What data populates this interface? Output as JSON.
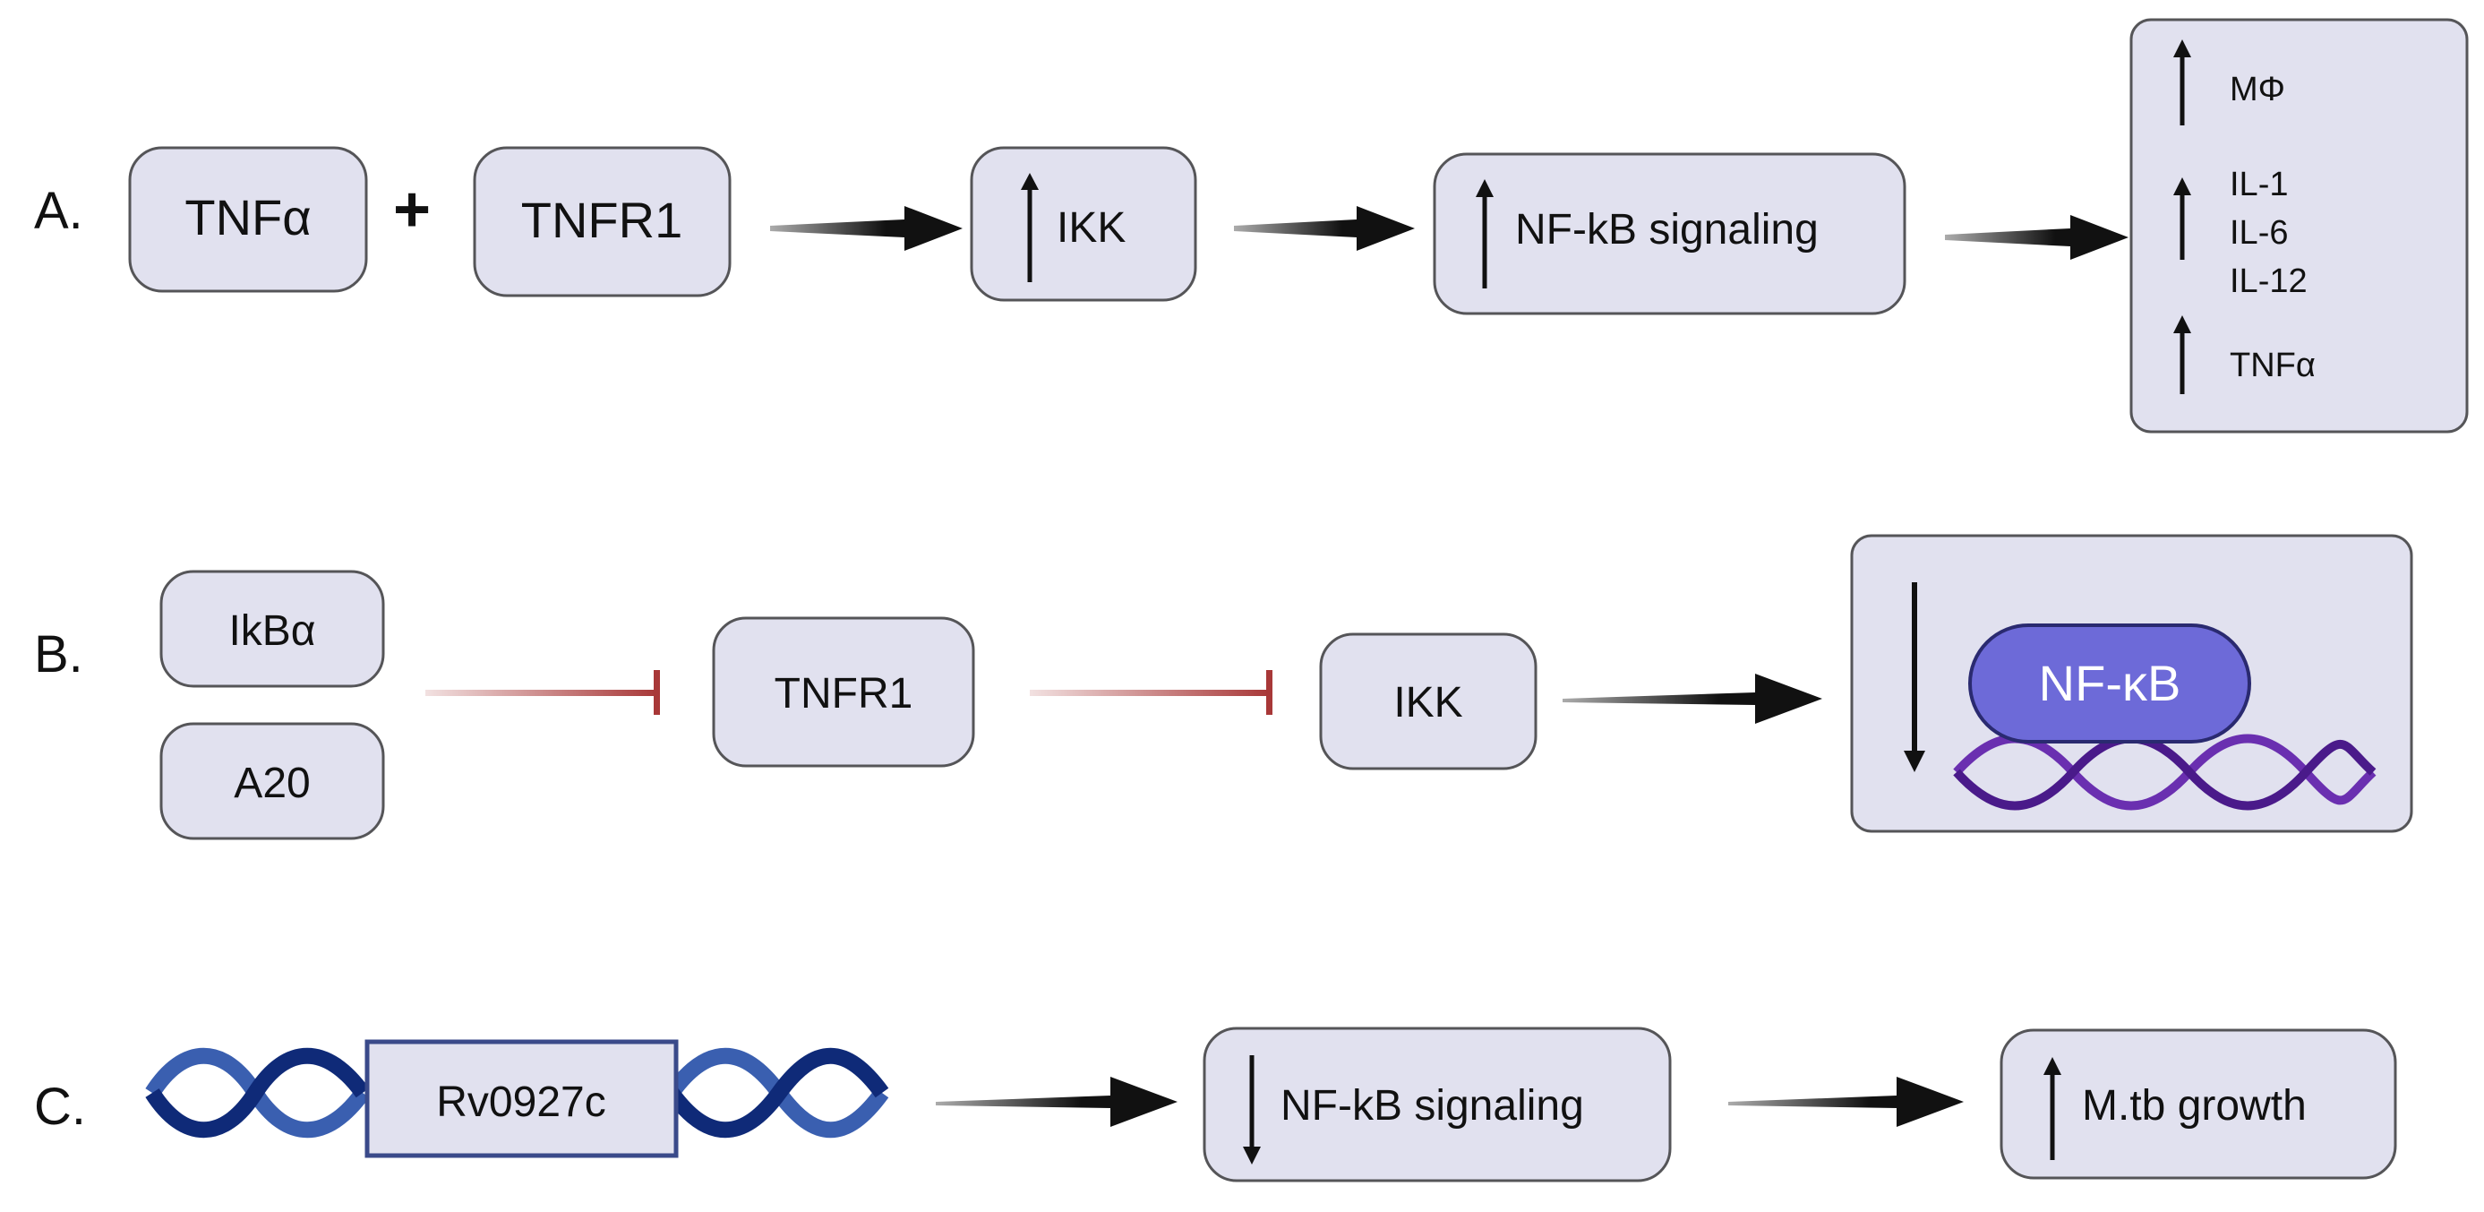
{
  "row_a": {
    "label": "A.",
    "tnfa": "TNFα",
    "plus": "+",
    "tnfr1": "TNFR1",
    "ikk": "IKK",
    "nfkb": "NF-kB signaling",
    "outputs": {
      "mphi": "MΦ",
      "il1": "IL-1",
      "il6": "IL-6",
      "il12": "IL-12",
      "tnfa": "TNFα"
    }
  },
  "row_b": {
    "label": "B.",
    "ikba": "IkBα",
    "a20": "A20",
    "tnfr1": "TNFR1",
    "ikk": "IKK",
    "nfkb": "NF-κB"
  },
  "row_c": {
    "label": "C.",
    "gene": "Rv0927c",
    "nfkb": "NF-kB signaling",
    "growth": "M.tb growth"
  },
  "colors": {
    "box_fill": "#e1e1ef",
    "box_stroke": "#555558",
    "inhibit": "#a83838",
    "dna_dark": "#0f2a78",
    "dna_light": "#3a5fb0",
    "nfkb_pill": "#6d6ad8",
    "dna_purple": "#6a2fb0"
  }
}
